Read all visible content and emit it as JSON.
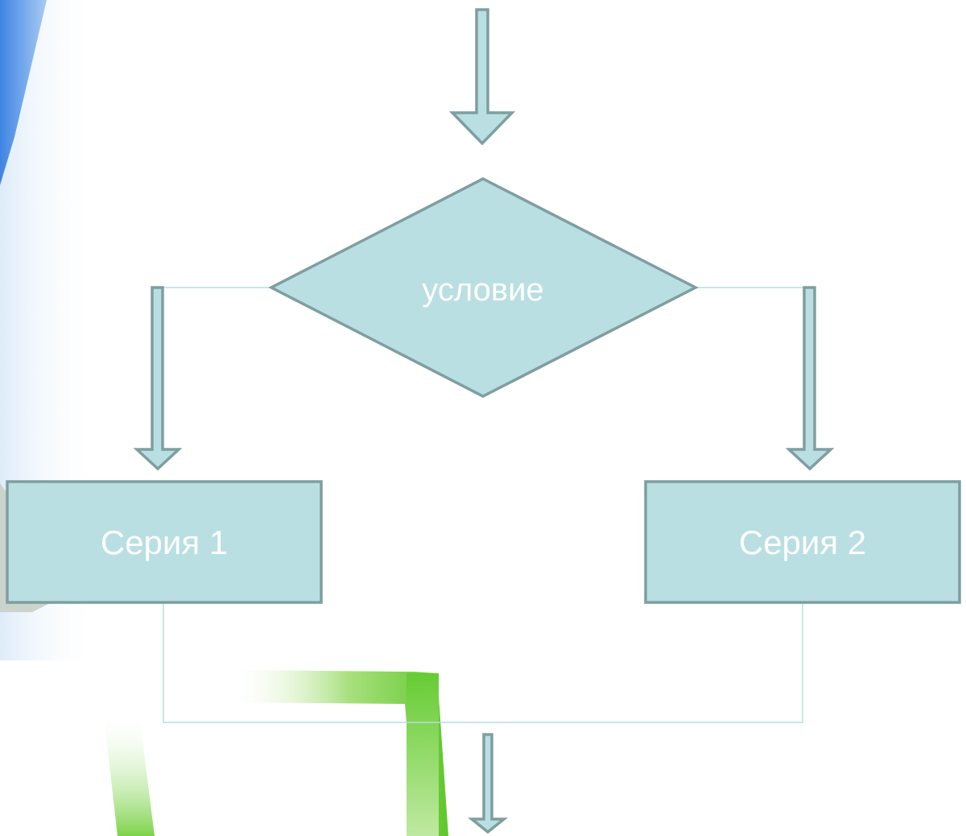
{
  "diagram": {
    "type": "flowchart-branch",
    "nodes": {
      "condition": {
        "label": "условие"
      },
      "series_1": {
        "label": "Серия 1"
      },
      "series_2": {
        "label": "Серия 2"
      }
    }
  },
  "colors": {
    "shape_fill": "#b9dfe2",
    "shape_stroke": "#7f9ea0",
    "thin_line": "#b7dde1",
    "background_blue": "#4a8fe6",
    "background_green": "#66cc33"
  }
}
